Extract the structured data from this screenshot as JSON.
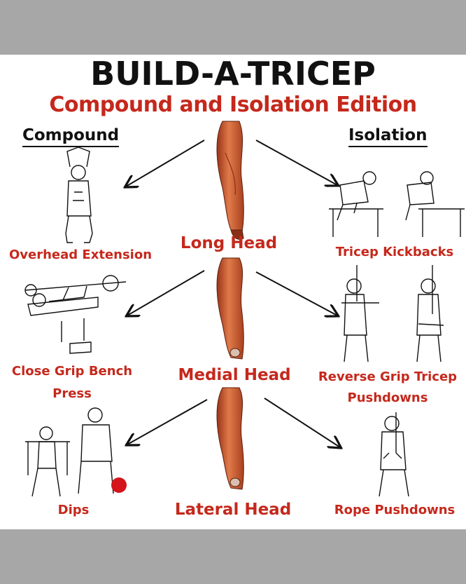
{
  "title": "BUILD-A-TRICEP",
  "subtitle": "Compound and Isolation Edition",
  "columns": {
    "compound": "Compound",
    "isolation": "Isolation"
  },
  "heads": [
    {
      "label": "Long Head"
    },
    {
      "label": "Medial Head"
    },
    {
      "label": "Lateral Head"
    }
  ],
  "compound_exercises": [
    {
      "label": "Overhead Extension"
    },
    {
      "label_line1": "Close Grip Bench",
      "label_line2": "Press"
    },
    {
      "label": "Dips"
    }
  ],
  "isolation_exercises": [
    {
      "label": "Tricep Kickbacks"
    },
    {
      "label_line1": "Reverse Grip Tricep",
      "label_line2": "Pushdowns"
    },
    {
      "label": "Rope Pushdowns"
    }
  ],
  "colors": {
    "accent_red": "#c5281c",
    "muscle": "#c5522e",
    "background_frame": "#a7a7a7"
  }
}
